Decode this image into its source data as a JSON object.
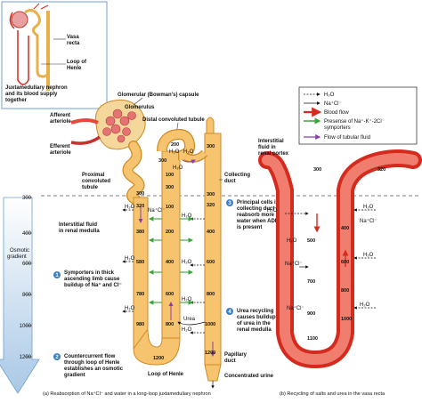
{
  "inset": {
    "caption_lines": [
      "Juxtamedullary nephron",
      "and its blood supply",
      "together"
    ],
    "vasa_recta_lines": [
      "Vasa",
      "recta"
    ],
    "loop_lines": [
      "Loop of",
      "Henle"
    ]
  },
  "labels": {
    "glomerular_capsule": "Glomerular (Bowman's) capsule",
    "glomerulus": "Glomerulus",
    "distal_tubule": "Distal convoluted tubule",
    "afferent_lines": [
      "Afferent",
      "arteriole"
    ],
    "efferent_lines": [
      "Efferent",
      "arteriole"
    ],
    "proximal_lines": [
      "Proximal",
      "convoluted",
      "tubule"
    ],
    "collecting_lines": [
      "Collecting",
      "duct"
    ],
    "interstitial_medulla_lines": [
      "Interstitial fluid",
      "in renal medulla"
    ],
    "interstitial_cortex_lines": [
      "Interstitial",
      "fluid in",
      "renal cortex"
    ],
    "osmotic_lines": [
      "Osmotic",
      "gradient"
    ],
    "loop_henle": "Loop of Henle",
    "papillary_lines": [
      "Papillary",
      "duct"
    ],
    "concentrated_urine": "Concentrated urine",
    "urea": "Urea",
    "h2o": "H₂O",
    "nacl": "Na⁺Cl⁻",
    "nacl_sup": "Na⁺Cl⁻"
  },
  "callouts": [
    {
      "num": "1",
      "lines": [
        "Symporters in thick",
        "ascending limb cause",
        "buildup of Na⁺ and Cl⁻"
      ]
    },
    {
      "num": "2",
      "lines": [
        "Countercurrent flow",
        "through loop of Henle",
        "establishes an osmotic",
        "gradient"
      ]
    },
    {
      "num": "3",
      "lines": [
        "Principal cells in",
        "collecting duct",
        "reabsorb more",
        "water when ADH",
        "is present"
      ]
    },
    {
      "num": "4",
      "lines": [
        "Urea recycling",
        "causes buildup",
        "of urea in the",
        "renal medulla"
      ]
    }
  ],
  "legend": {
    "items": [
      {
        "label": "H₂O",
        "kind": "dash-black"
      },
      {
        "label": "Na⁺Cl⁻",
        "kind": "solid-black"
      },
      {
        "label": "Blood flow",
        "kind": "red-arrow"
      },
      {
        "label": "Presense of Na⁺-K⁺-2Cl⁻",
        "label2": "symporters",
        "kind": "green-arrow"
      },
      {
        "label": "Flow of tubular fluid",
        "kind": "purple-arrow"
      }
    ]
  },
  "osmotic_axis": {
    "ticks": [
      "300",
      "400",
      "600",
      "800",
      "1000",
      "1200"
    ]
  },
  "tubule_values": {
    "descending": [
      "300",
      "320",
      "380",
      "580",
      "780",
      "980",
      "1200"
    ],
    "ascending": [
      "300",
      "100",
      "200",
      "400",
      "600",
      "800"
    ],
    "collecting": [
      "300",
      "320",
      "400",
      "600",
      "800",
      "1000",
      "1200"
    ],
    "top": [
      "200",
      "300",
      "300",
      "100"
    ]
  },
  "vasa_values": {
    "left_top": "300",
    "right_top": "320",
    "down": [
      "500",
      "700",
      "900",
      "1100"
    ],
    "up": [
      "400",
      "600",
      "800",
      "1000"
    ]
  },
  "captions": {
    "a": "(a) Reabsorption of Na⁺Cl⁻ and water in a long-loop juxtamedullary nephron",
    "b": "(b) Recycling of salts and urea in the vasa recta"
  },
  "colors": {
    "tubule_fill": "#f6c46e",
    "tubule_edge": "#d08a24",
    "vessel": "#e8473a",
    "vessel_light": "#f07d6e",
    "green": "#3aa53a",
    "purple": "#8a3fa8",
    "axis_blue": "#c9def0",
    "callout_blue": "#3b7fc4"
  }
}
